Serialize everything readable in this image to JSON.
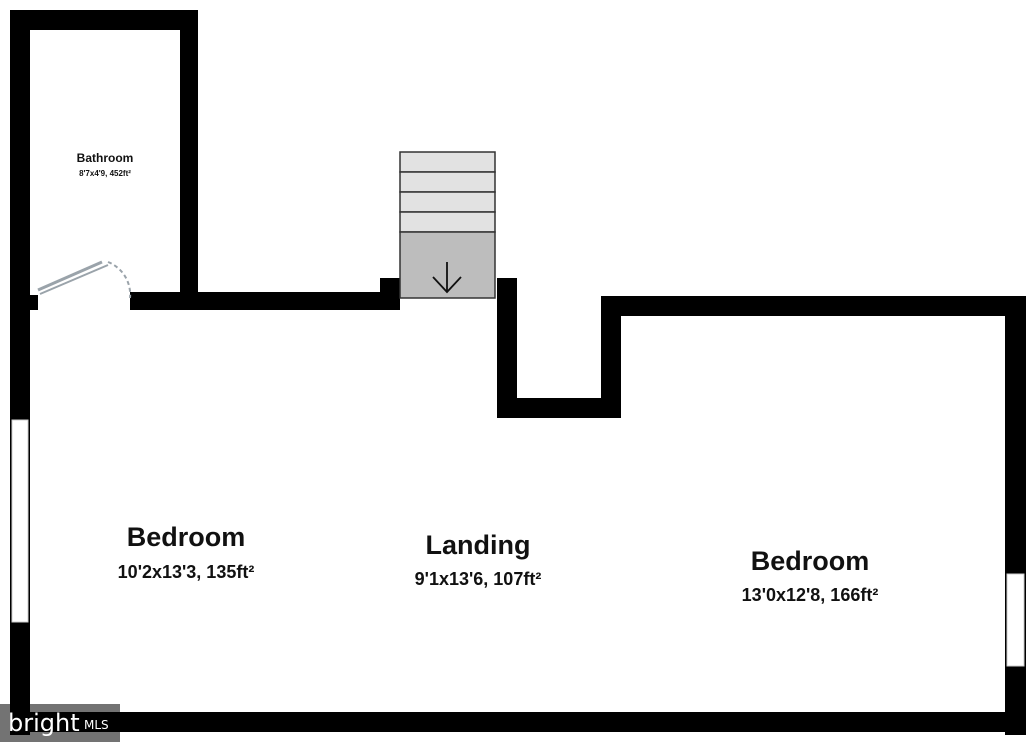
{
  "floorplan": {
    "rooms": [
      {
        "id": "bathroom",
        "name": "Bathroom",
        "dims": "8'7x4'9, 452ft²"
      },
      {
        "id": "bedroom-left",
        "name": "Bedroom",
        "dims": "10'2x13'3, 135ft²"
      },
      {
        "id": "landing",
        "name": "Landing",
        "dims": "9'1x13'6, 107ft²"
      },
      {
        "id": "bedroom-right",
        "name": "Bedroom",
        "dims": "13'0x12'8, 166ft²"
      }
    ],
    "stairs": {
      "direction": "down",
      "icon": "arrow-down-icon"
    },
    "colors": {
      "wall": "#000000",
      "stairs_fill": "#e2e2e2",
      "stairs_landing": "#bdbdbd",
      "door_swing": "#9aa3aa",
      "window": "#ffffff"
    }
  },
  "watermark": {
    "brand": "bright",
    "suffix": "MLS"
  }
}
